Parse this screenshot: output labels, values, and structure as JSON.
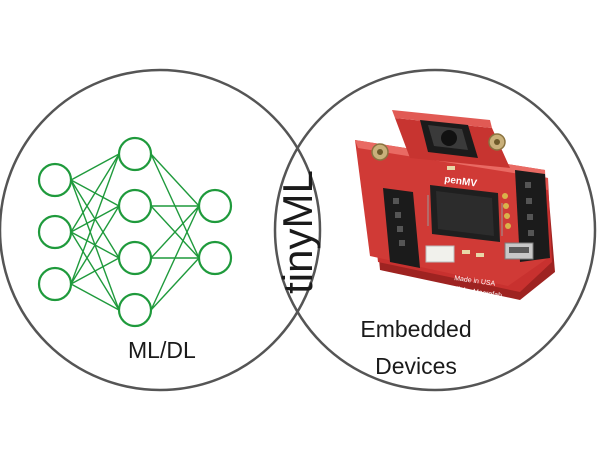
{
  "diagram": {
    "left_label": "ML/DL",
    "center_label": "tinyML",
    "right_label_line1": "Embedded",
    "right_label_line2": "Devices",
    "board_brand_text": "penMV",
    "board_made_line1": "Made in USA",
    "board_made_line2": "Built by Macrofab",
    "colors": {
      "circle_stroke": "#555555",
      "network": "#1f9a3c",
      "board_red": "#c8312f",
      "board_dark_red": "#8e1c1b",
      "header_black": "#1b1b1b"
    },
    "network_layers": [
      3,
      4,
      2
    ],
    "icons": [
      "neural-network-icon",
      "openmv-board-image"
    ]
  }
}
